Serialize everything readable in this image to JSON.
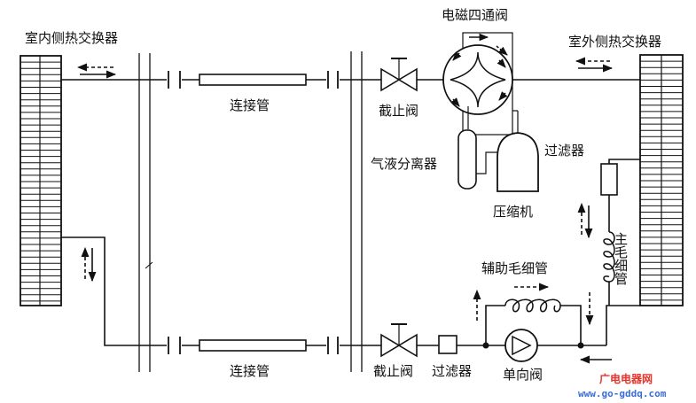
{
  "labels": {
    "indoor_hx": "室内侧热交换器",
    "outdoor_hx": "室外侧热交换器",
    "four_way_valve": "电磁四通阀",
    "connecting_pipe_top": "连接管",
    "connecting_pipe_bottom": "连接管",
    "stop_valve_top": "截止阀",
    "stop_valve_bottom": "截止阀",
    "gas_liquid_separator": "气液分离器",
    "compressor": "压缩机",
    "filter_right": "过滤器",
    "filter_bottom": "过滤器",
    "aux_capillary": "辅助毛细管",
    "main_capillary": "主毛细管",
    "check_valve": "单向阀"
  },
  "watermark": {
    "brand": "广电电器网",
    "url": "www.go-gddq.com"
  },
  "colors": {
    "line": "#111111",
    "watermark_red": "#e8322b",
    "watermark_blue": "#3a6fd8"
  }
}
